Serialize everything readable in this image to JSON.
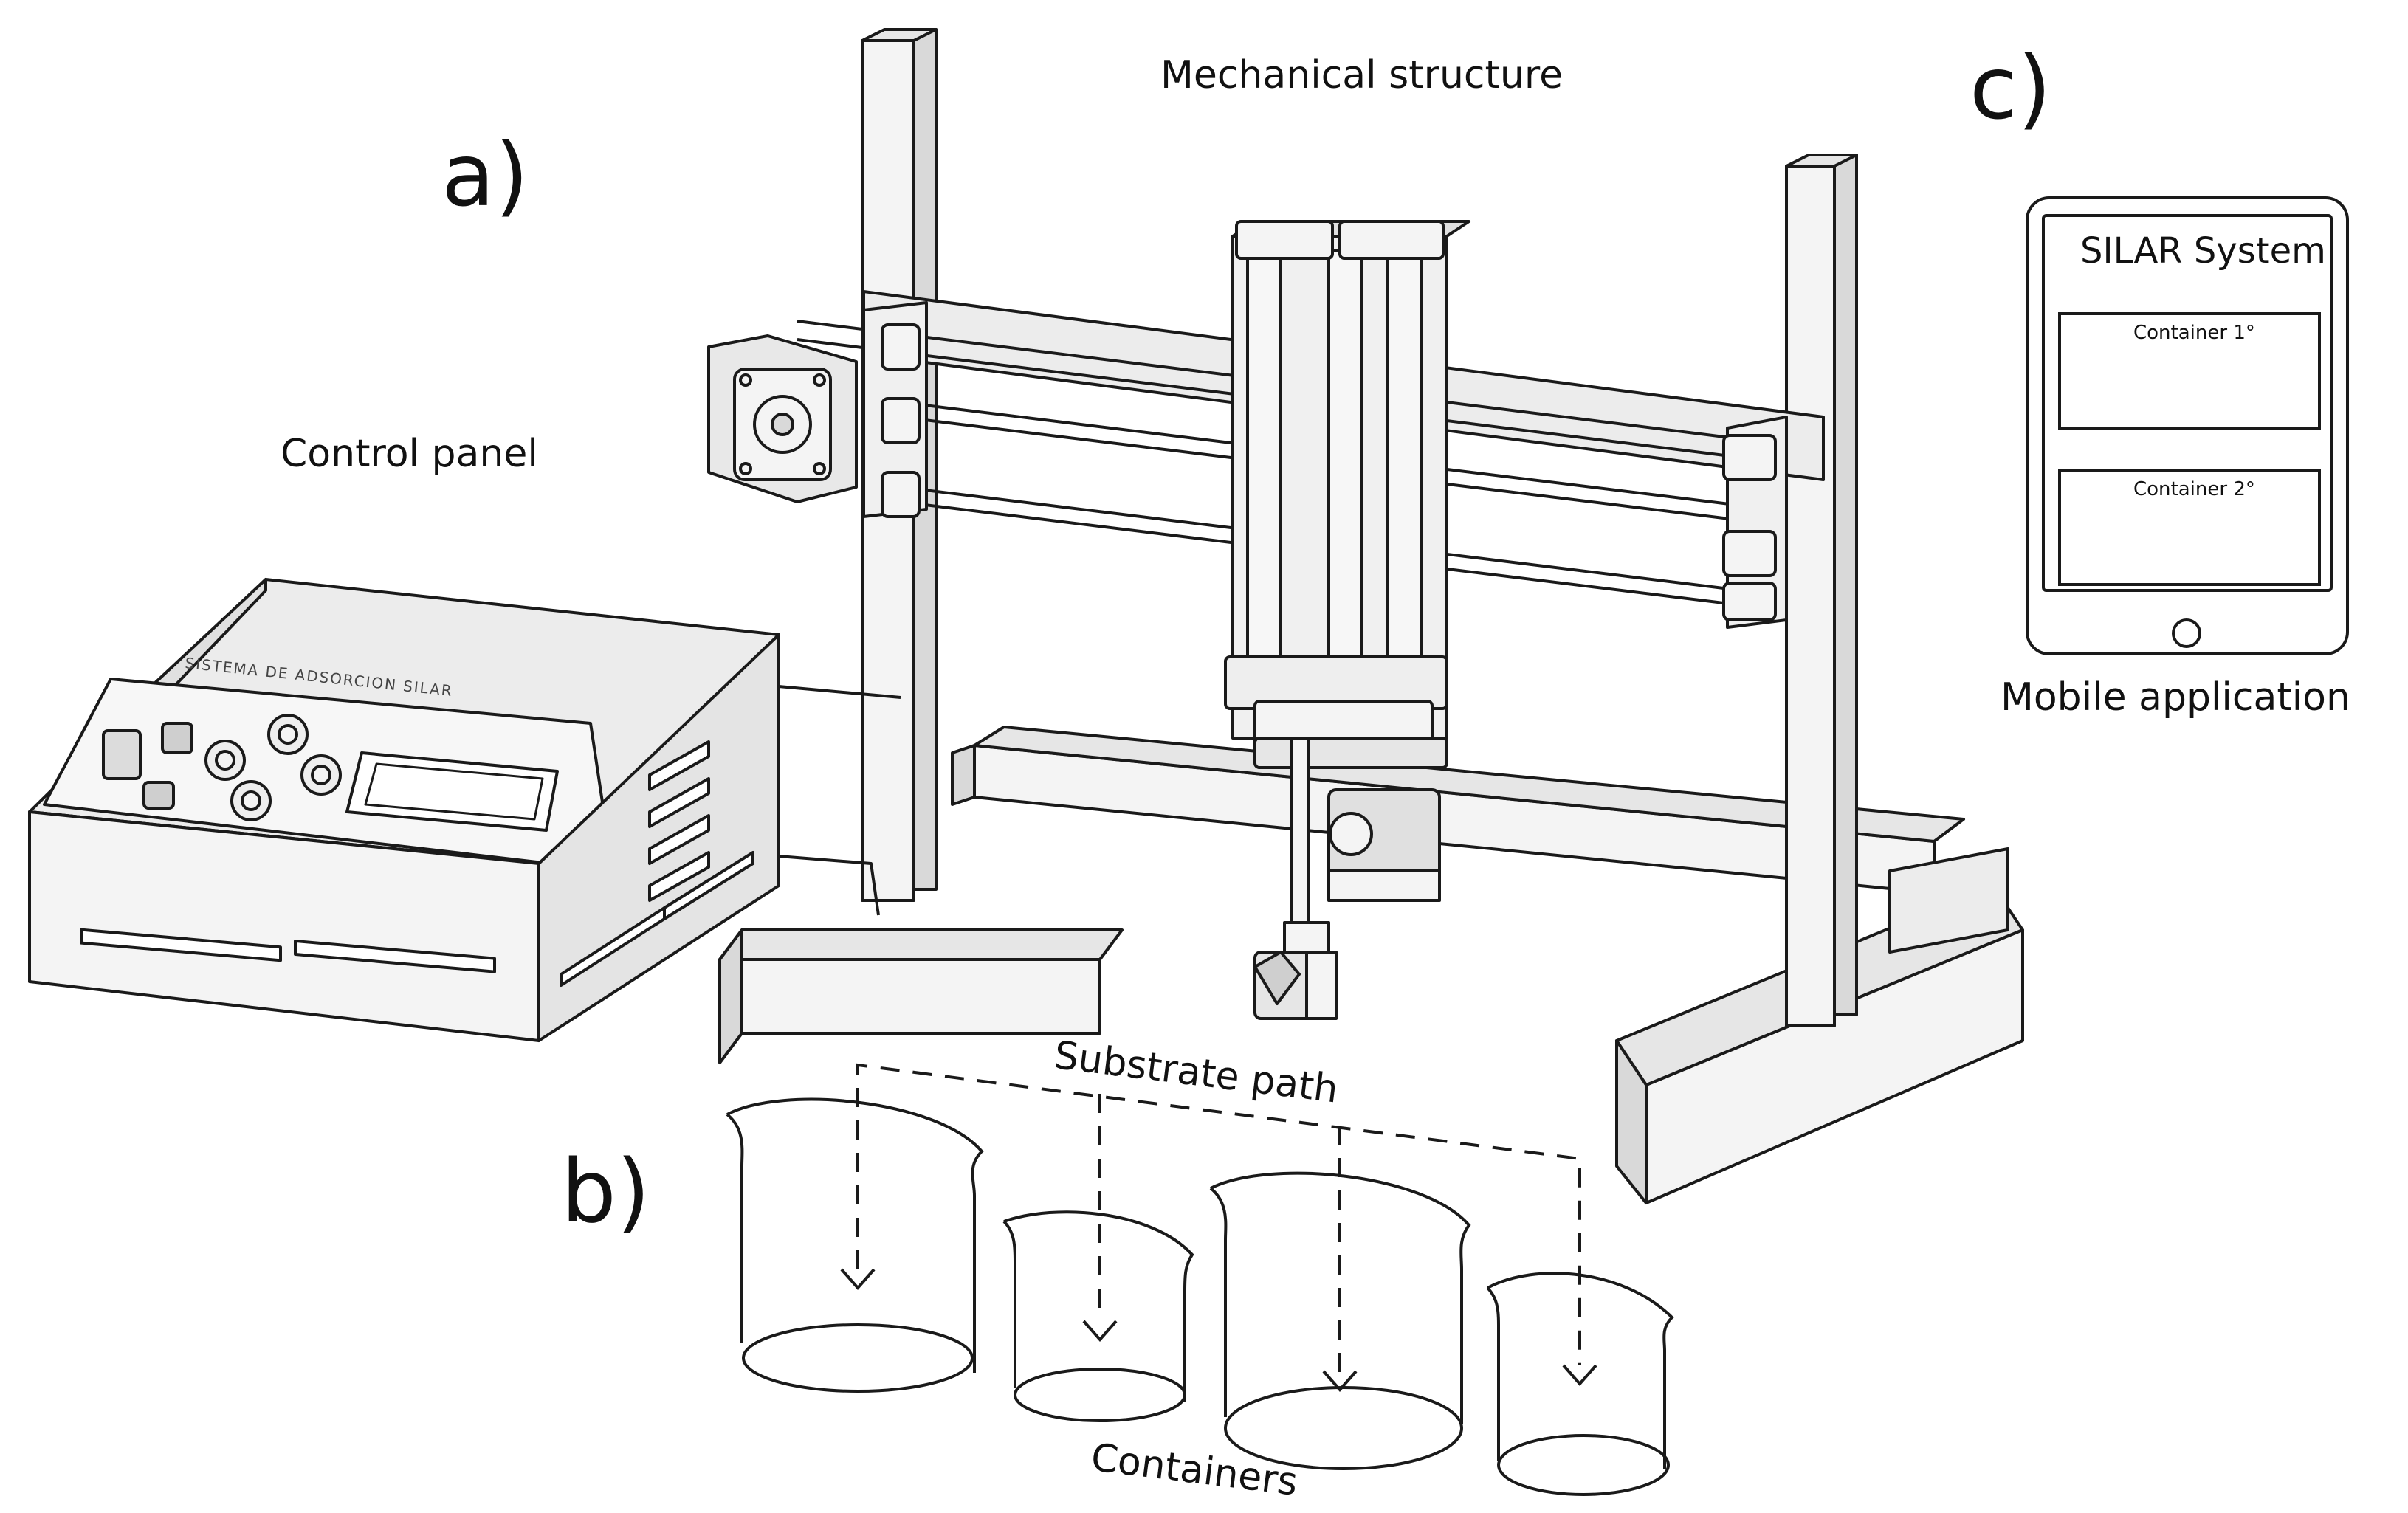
{
  "labels": {
    "panel_a": "a)",
    "panel_b": "b)",
    "panel_c": "c)",
    "mechanical_structure": "Mechanical structure",
    "control_panel": "Control panel",
    "substrate_path": "Substrate path",
    "containers": "Containers",
    "mobile_application": "Mobile application"
  },
  "control_box": {
    "engraved_text": "SISTEMA DE ADSORCION SILAR"
  },
  "mobile_app": {
    "title": "SILAR System",
    "container_1": "Container 1°",
    "container_2": "Container 2°"
  },
  "colors": {
    "line": "#1a1a1a",
    "fill": "#f4f4f4",
    "shade": "#d9d9d9"
  }
}
